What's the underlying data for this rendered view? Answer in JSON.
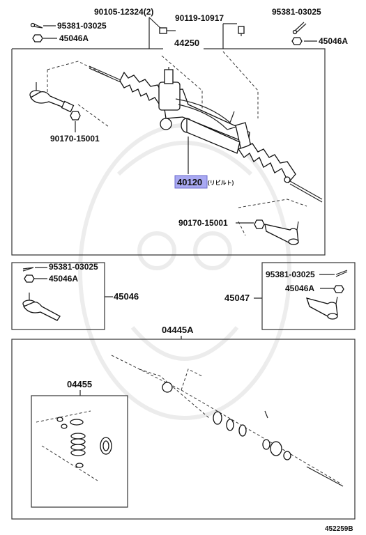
{
  "callouts": {
    "p90105": "90105-12324(2)",
    "p90119": "90119-10917",
    "p95381_top_right": "95381-03025",
    "p95381_top_left": "95381-03025",
    "p45046A_top_left": "45046A",
    "p44250": "44250",
    "p45046A_top_right": "45046A",
    "p90170_left": "90170-15001",
    "p40120": "40120",
    "p40120_note": "(リビルト)",
    "p90170_right": "90170-15001",
    "p95381_mid_left": "95381-03025",
    "p45046A_mid_left": "45046A",
    "p45046": "45046",
    "p95381_mid_right": "95381-03025",
    "p45046A_mid_right": "45046A",
    "p45047": "45047",
    "p04445A": "04445A",
    "p04455": "04455",
    "figure_id": "452259B"
  },
  "colors": {
    "highlight": "#a9a9f2",
    "line": "#222222"
  }
}
